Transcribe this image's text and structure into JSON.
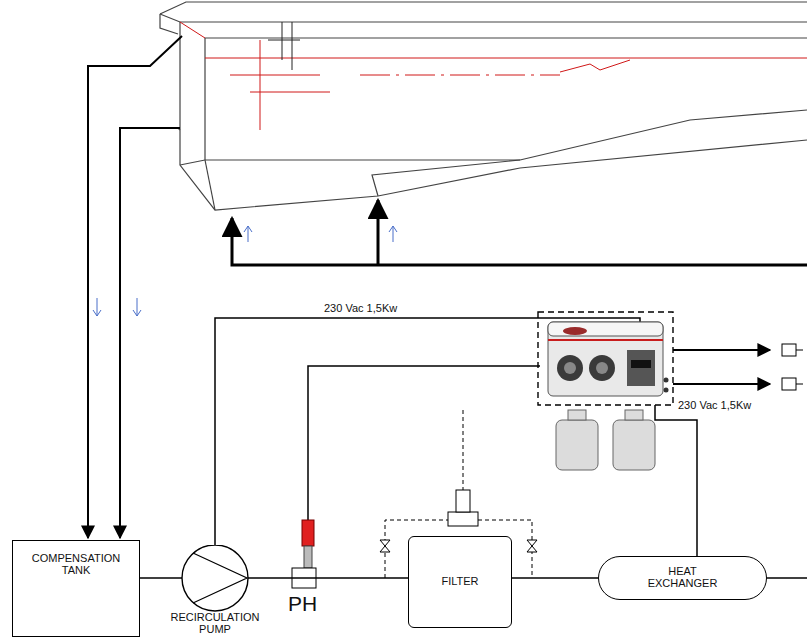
{
  "diagram": {
    "nodes": [
      {
        "text": [
          "COMPENSATION TANK"
        ]
      },
      {
        "text": [
          "RECIRCULATION PUMP"
        ]
      },
      {
        "text": [
          "FILTER"
        ]
      },
      {
        "text": [
          "HEAT EXCHANGER"
        ]
      }
    ],
    "edges": [
      {
        "from": 0,
        "to": 1,
        "arrow": "none"
      },
      {
        "from": 1,
        "to": 2,
        "arrow": "none"
      },
      {
        "from": 2,
        "to": 3,
        "arrow": "none"
      }
    ],
    "labels": [
      "230 Vac 1,5Kw",
      "PH",
      "230 Vac 1,5Kw"
    ]
  }
}
